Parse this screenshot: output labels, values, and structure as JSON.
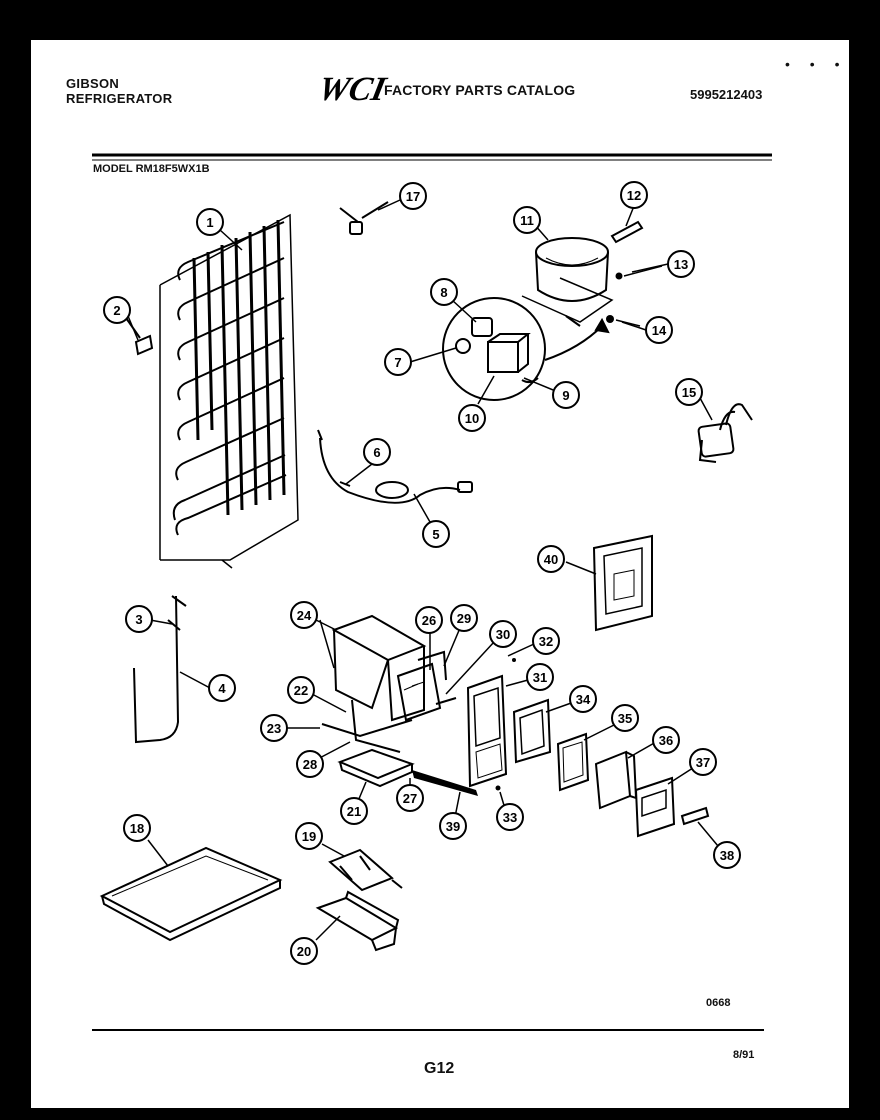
{
  "header": {
    "brand_line1": "GIBSON",
    "brand_line2": "REFRIGERATOR",
    "logo_text": "WCI",
    "catalog_title": "FACTORY PARTS CATALOG",
    "part_number": "5995212403",
    "model": "MODEL RM18F5WX1B"
  },
  "footer": {
    "drawing_number": "0668",
    "page": "G12",
    "date": "8/91"
  },
  "callouts": [
    "1",
    "2",
    "3",
    "4",
    "5",
    "6",
    "7",
    "8",
    "9",
    "10",
    "11",
    "12",
    "13",
    "14",
    "15",
    "17",
    "18",
    "19",
    "20",
    "21",
    "22",
    "23",
    "24",
    "26",
    "27",
    "28",
    "29",
    "30",
    "31",
    "32",
    "33",
    "34",
    "35",
    "36",
    "37",
    "38",
    "39",
    "40"
  ],
  "colors": {
    "background": "#000000",
    "sheet": "#ffffff",
    "ink": "#000000"
  }
}
